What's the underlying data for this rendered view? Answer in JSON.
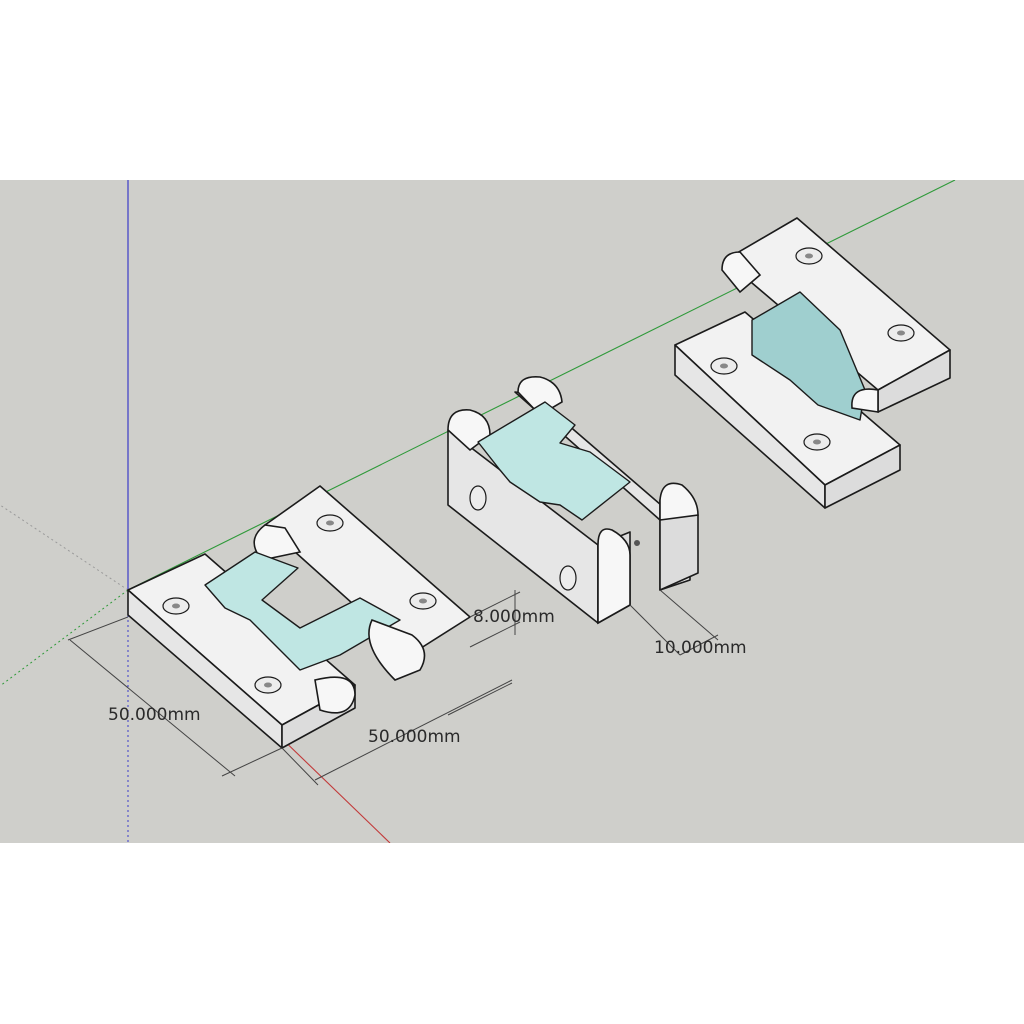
{
  "dimensions": {
    "width_left": "50.000mm",
    "width_bottom": "50.000mm",
    "thickness": "8.000mm",
    "gap": "10.000mm"
  },
  "axes": {
    "blue": "#3b3bc8",
    "green": "#2f9a3a",
    "red": "#c23a3a"
  },
  "colors": {
    "background": "#cfcfcb",
    "leaf_face": "#f2f2f2",
    "knuckle_cut": "#bfe6e3"
  }
}
